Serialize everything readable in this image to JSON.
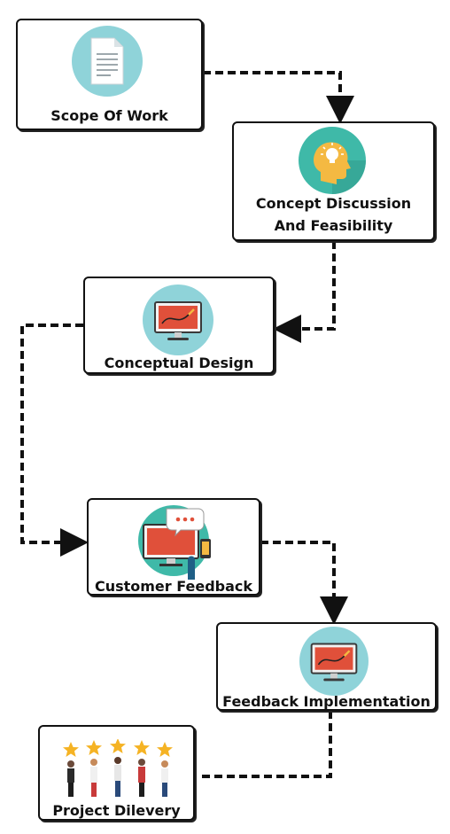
{
  "steps": {
    "scope": "Scope Of Work",
    "concept_line1": "Concept Discussion",
    "concept_line2": "And Feasibility",
    "design": "Conceptual Design",
    "feedback": "Customer Feedback",
    "implementation": "Feedback Implementation",
    "delivery": "Project Dilevery"
  },
  "icons": {
    "scope": "document-icon",
    "concept": "idea-head-icon",
    "design": "design-monitor-icon",
    "feedback": "feedback-screen-icon",
    "implementation": "design-monitor-icon",
    "delivery": "five-star-rating-icon"
  },
  "colors": {
    "icon_circle_light": "#8fd3d9",
    "icon_circle_teal": "#3fb9a8",
    "screen_red": "#e0503a",
    "connector": "#111111",
    "star": "#f5b324"
  }
}
